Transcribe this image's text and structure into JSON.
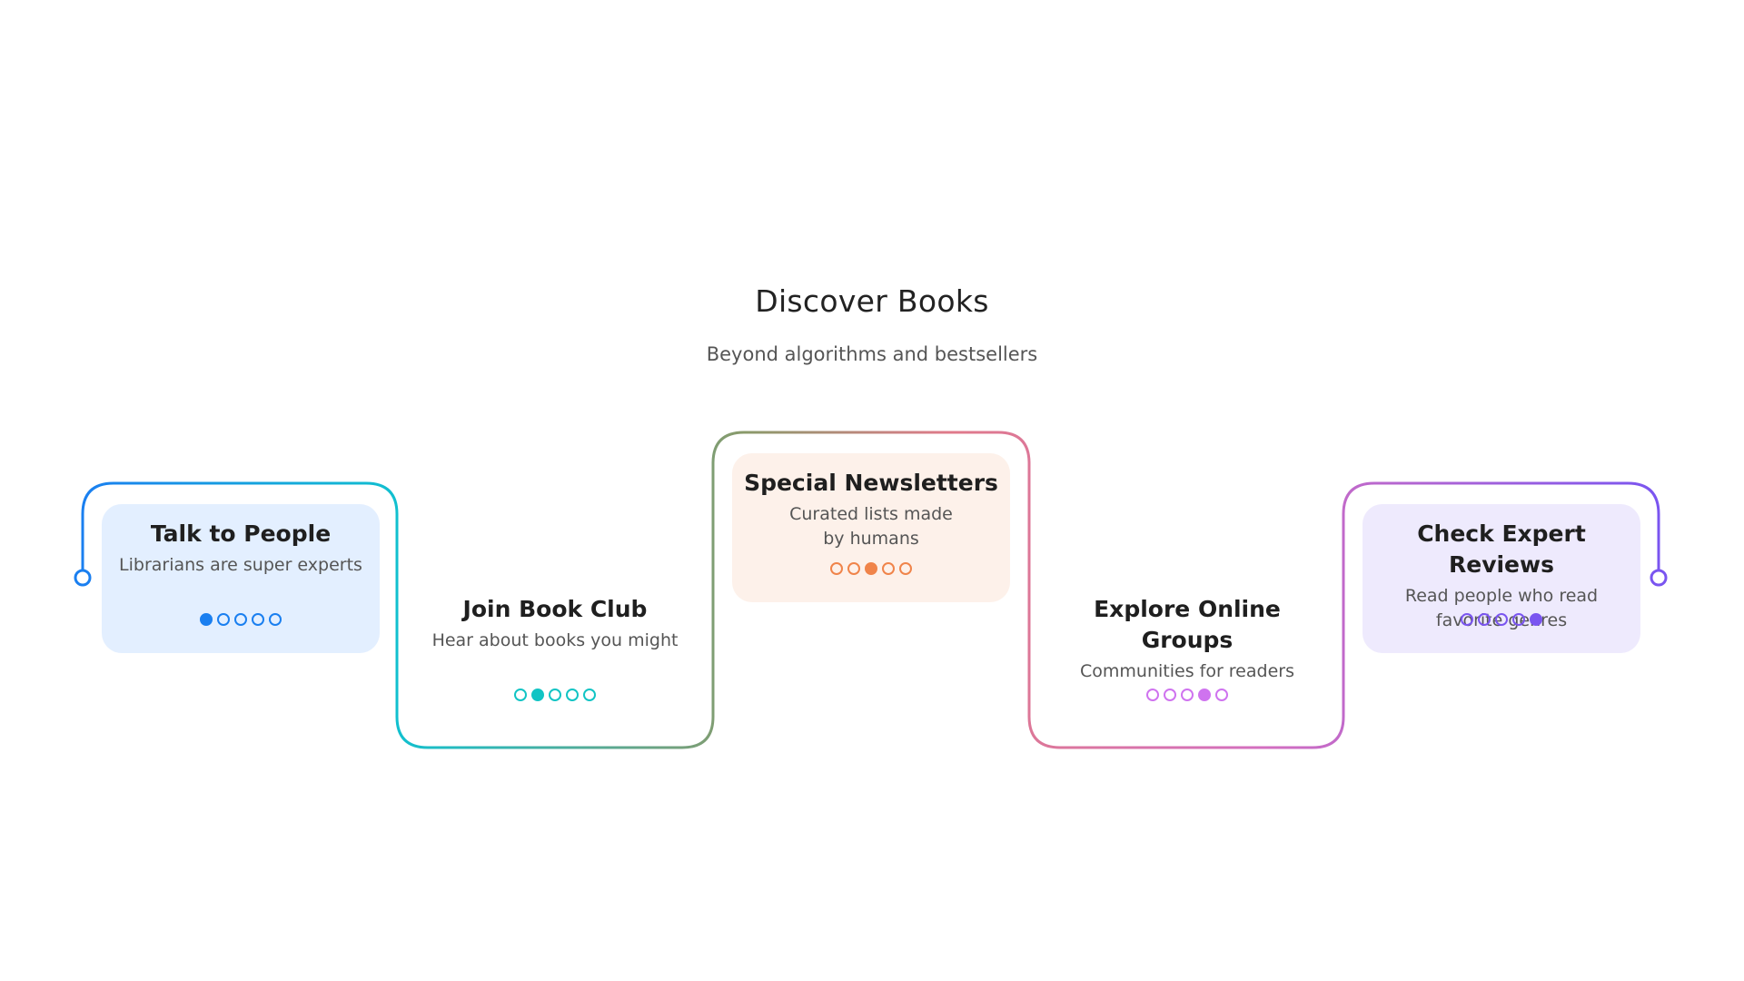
{
  "header": {
    "title": "Discover Books",
    "subtitle": "Beyond algorithms and bestsellers"
  },
  "steps": [
    {
      "title": "Talk to People",
      "description": "Librarians are super experts",
      "accent": "#1a7ff0",
      "background": "#e3efff",
      "active_dot": 0,
      "dot_count": 5
    },
    {
      "title": "Join Book Club",
      "description": "Hear about books you might",
      "accent": "#11c4c4",
      "background": "#ffffff",
      "active_dot": 1,
      "dot_count": 5
    },
    {
      "title": "Special Newsletters",
      "description": "Curated lists made by humans",
      "accent": "#f0844a",
      "background": "#fdf1ea",
      "active_dot": 2,
      "dot_count": 5
    },
    {
      "title": "Explore Online Groups",
      "description": "Communities for readers",
      "accent": "#cf73ef",
      "background": "#ffffff",
      "active_dot": 3,
      "dot_count": 5
    },
    {
      "title": "Check Expert Reviews",
      "description": "Read people who read favorite genres",
      "accent": "#7a55f0",
      "background": "#eeeafd",
      "active_dot": 4,
      "dot_count": 5
    }
  ],
  "connector_colors": [
    "#1a7ff0",
    "#11c0cf",
    "#8a9a6a",
    "#e07a8a",
    "#d36fc0",
    "#7a55f0"
  ]
}
